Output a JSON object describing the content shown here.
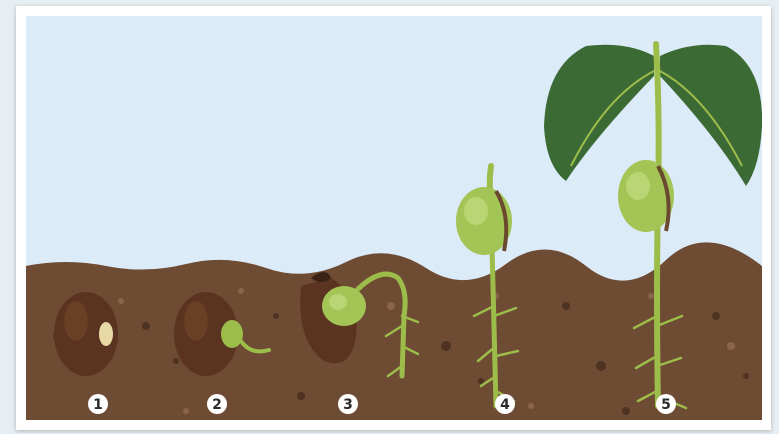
{
  "stages": [
    {
      "number": "1",
      "name": "seed-stage"
    },
    {
      "number": "2",
      "name": "radicle-stage"
    },
    {
      "number": "3",
      "name": "hook-stage"
    },
    {
      "number": "4",
      "name": "cotyledon-stage"
    },
    {
      "number": "5",
      "name": "leaf-stage"
    }
  ],
  "colors": {
    "sky": "#dcebf8",
    "soil": "#6e4b33",
    "seed": "#5a3420",
    "sprout": "#9dbd4b",
    "leaf": "#3c6a35",
    "badge": "#ffffff"
  }
}
